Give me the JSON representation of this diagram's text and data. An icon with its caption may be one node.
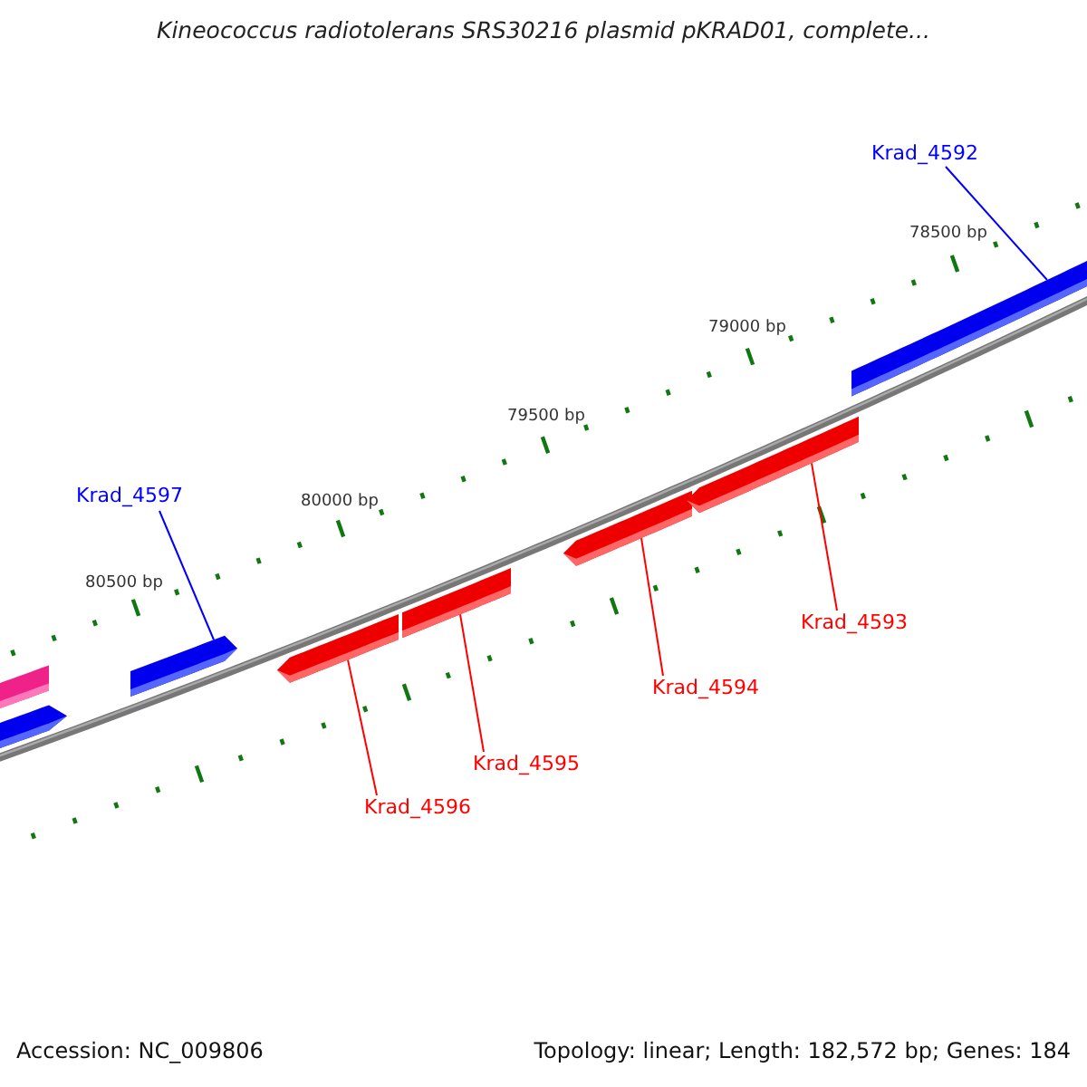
{
  "diagram": {
    "title": "Kineococcus radiotolerans SRS30216 plasmid pKRAD01, complete...",
    "nodes": [
      {
        "text": [
          "Krad_4592"
        ]
      },
      {
        "text": [
          "Krad_4597"
        ]
      },
      {
        "text": [
          "Krad_4593"
        ]
      },
      {
        "text": [
          "Krad_4594"
        ]
      },
      {
        "text": [
          "Krad_4595"
        ]
      },
      {
        "text": [
          "Krad_4596"
        ]
      },
      {
        "text": [],
        "shape": "bar"
      },
      {
        "text": [],
        "shape": "bar"
      },
      {
        "text": [],
        "shape": "bar"
      },
      {
        "text": [],
        "shape": "bar"
      },
      {
        "text": [],
        "shape": "bar"
      },
      {
        "text": [],
        "shape": "bar"
      },
      {
        "text": [],
        "shape": "bar"
      },
      {
        "text": [],
        "shape": "bar"
      }
    ],
    "edges": [
      {
        "from": 0,
        "to": 13,
        "arrow": "none",
        "color": "#0000ff"
      },
      {
        "from": 1,
        "to": 8,
        "arrow": "none",
        "color": "#0000ff"
      },
      {
        "from": 2,
        "to": 12,
        "arrow": "none"
      },
      {
        "from": 3,
        "to": 11,
        "arrow": "none"
      },
      {
        "from": 4,
        "to": 10,
        "arrow": "none"
      },
      {
        "from": 5,
        "to": 9,
        "arrow": "none"
      }
    ],
    "labels": [
      "78500 bp",
      "79000 bp",
      "79500 bp",
      "80000 bp",
      "80500 bp",
      "Accession: NC_009806",
      "Topology: linear; Length: 182,572 bp; Genes: 184"
    ]
  }
}
